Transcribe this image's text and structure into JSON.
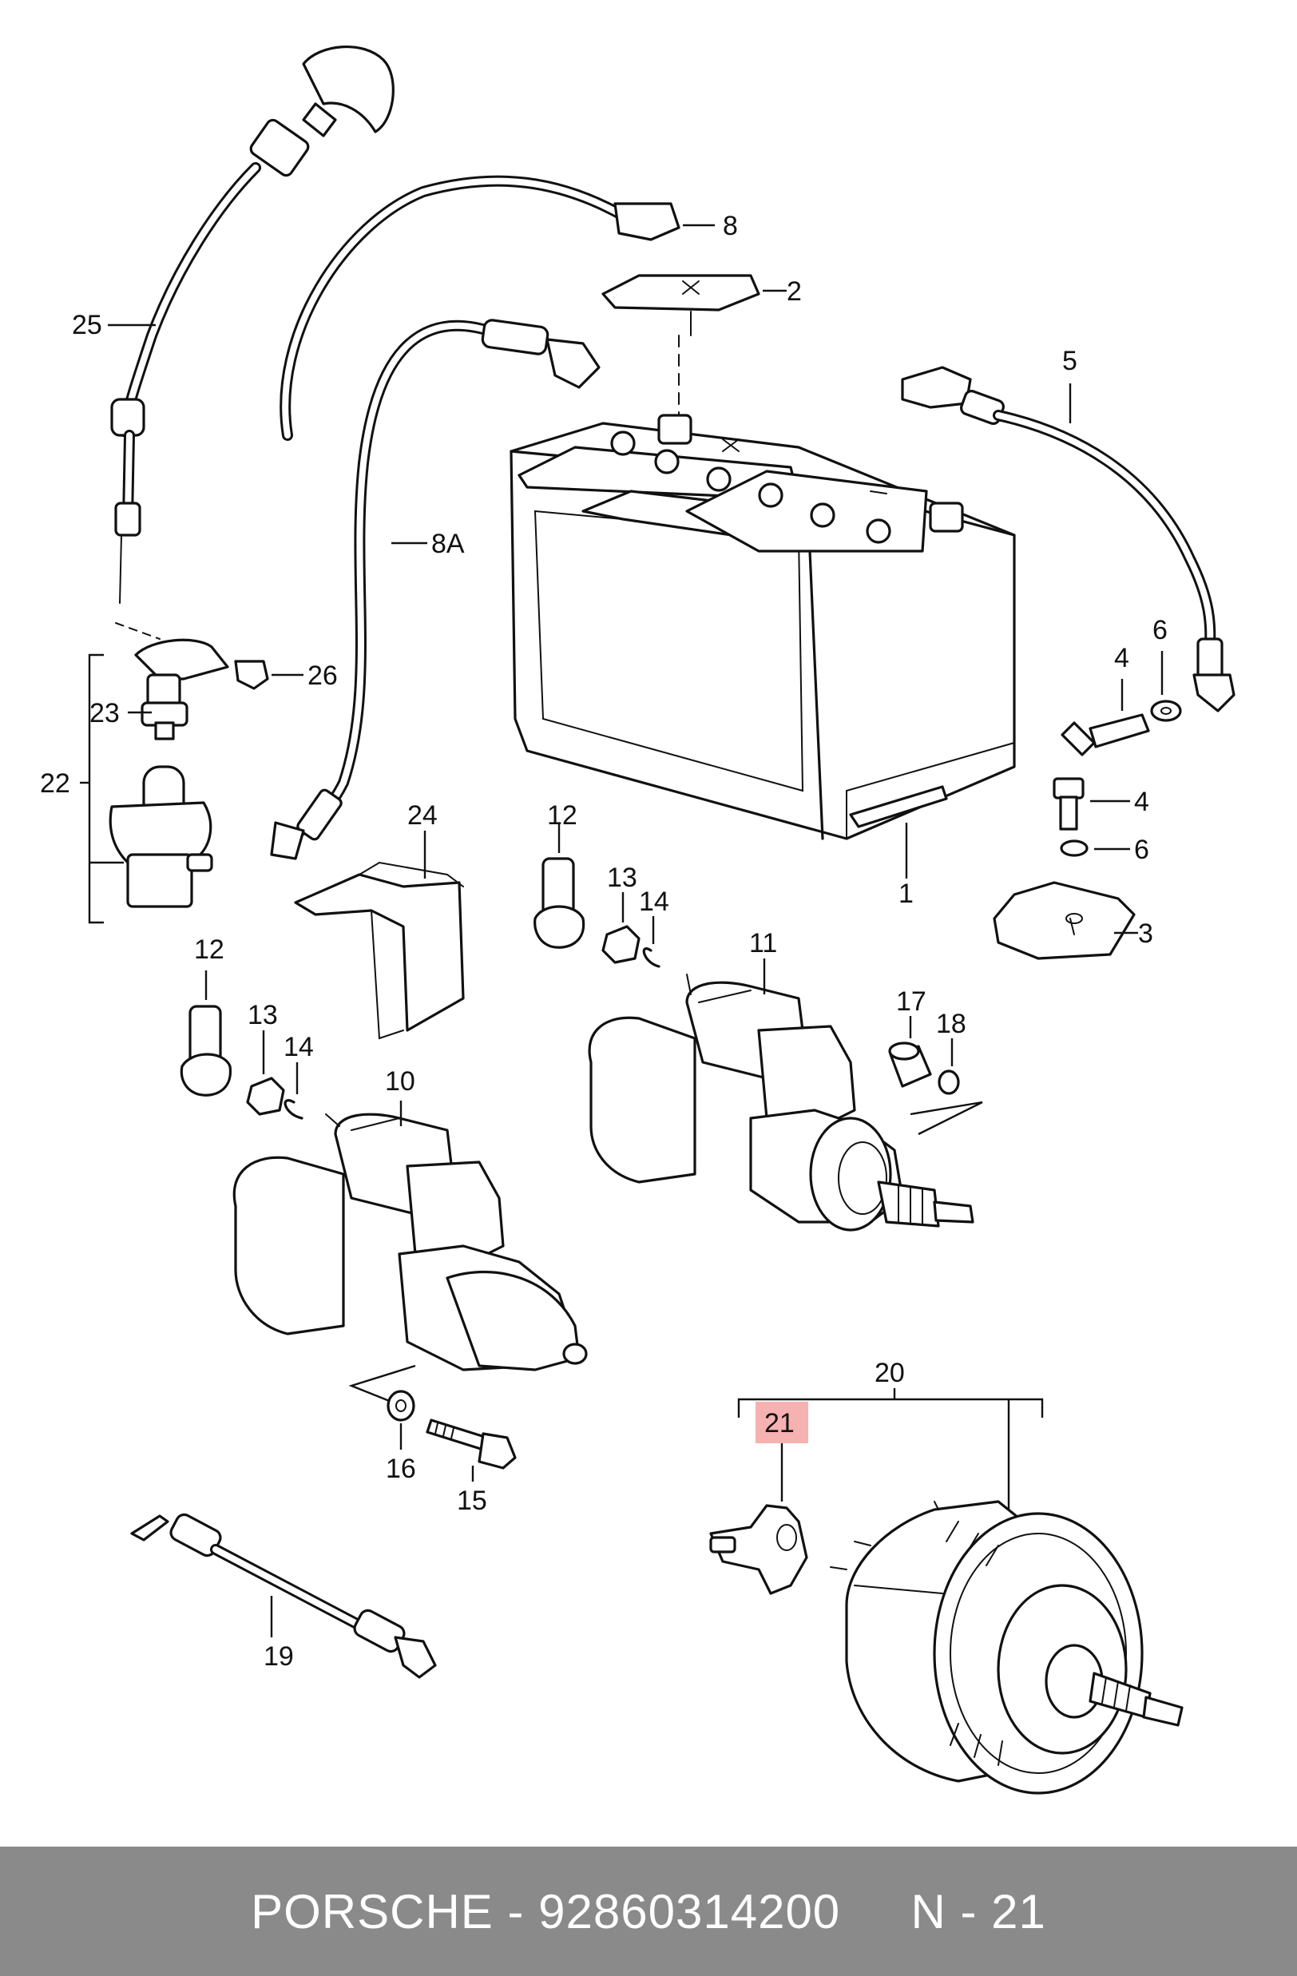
{
  "diagram": {
    "callouts": {
      "c1": "1",
      "c2": "2",
      "c3": "3",
      "c4a": "4",
      "c4b": "4",
      "c5": "5",
      "c6a": "6",
      "c6b": "6",
      "c8": "8",
      "c8a": "8A",
      "c10": "10",
      "c11": "11",
      "c12a": "12",
      "c12b": "12",
      "c13a": "13",
      "c13b": "13",
      "c14a": "14",
      "c14b": "14",
      "c15": "15",
      "c16": "16",
      "c17": "17",
      "c18": "18",
      "c19": "19",
      "c20": "20",
      "c21": "21",
      "c22": "22",
      "c23": "23",
      "c24": "24",
      "c25": "25",
      "c26": "26"
    },
    "highlight_color": "#f4a3a3"
  },
  "footer": {
    "text": "PORSCHE - 92860314200     N - 21",
    "background": "#8a8a8a"
  }
}
